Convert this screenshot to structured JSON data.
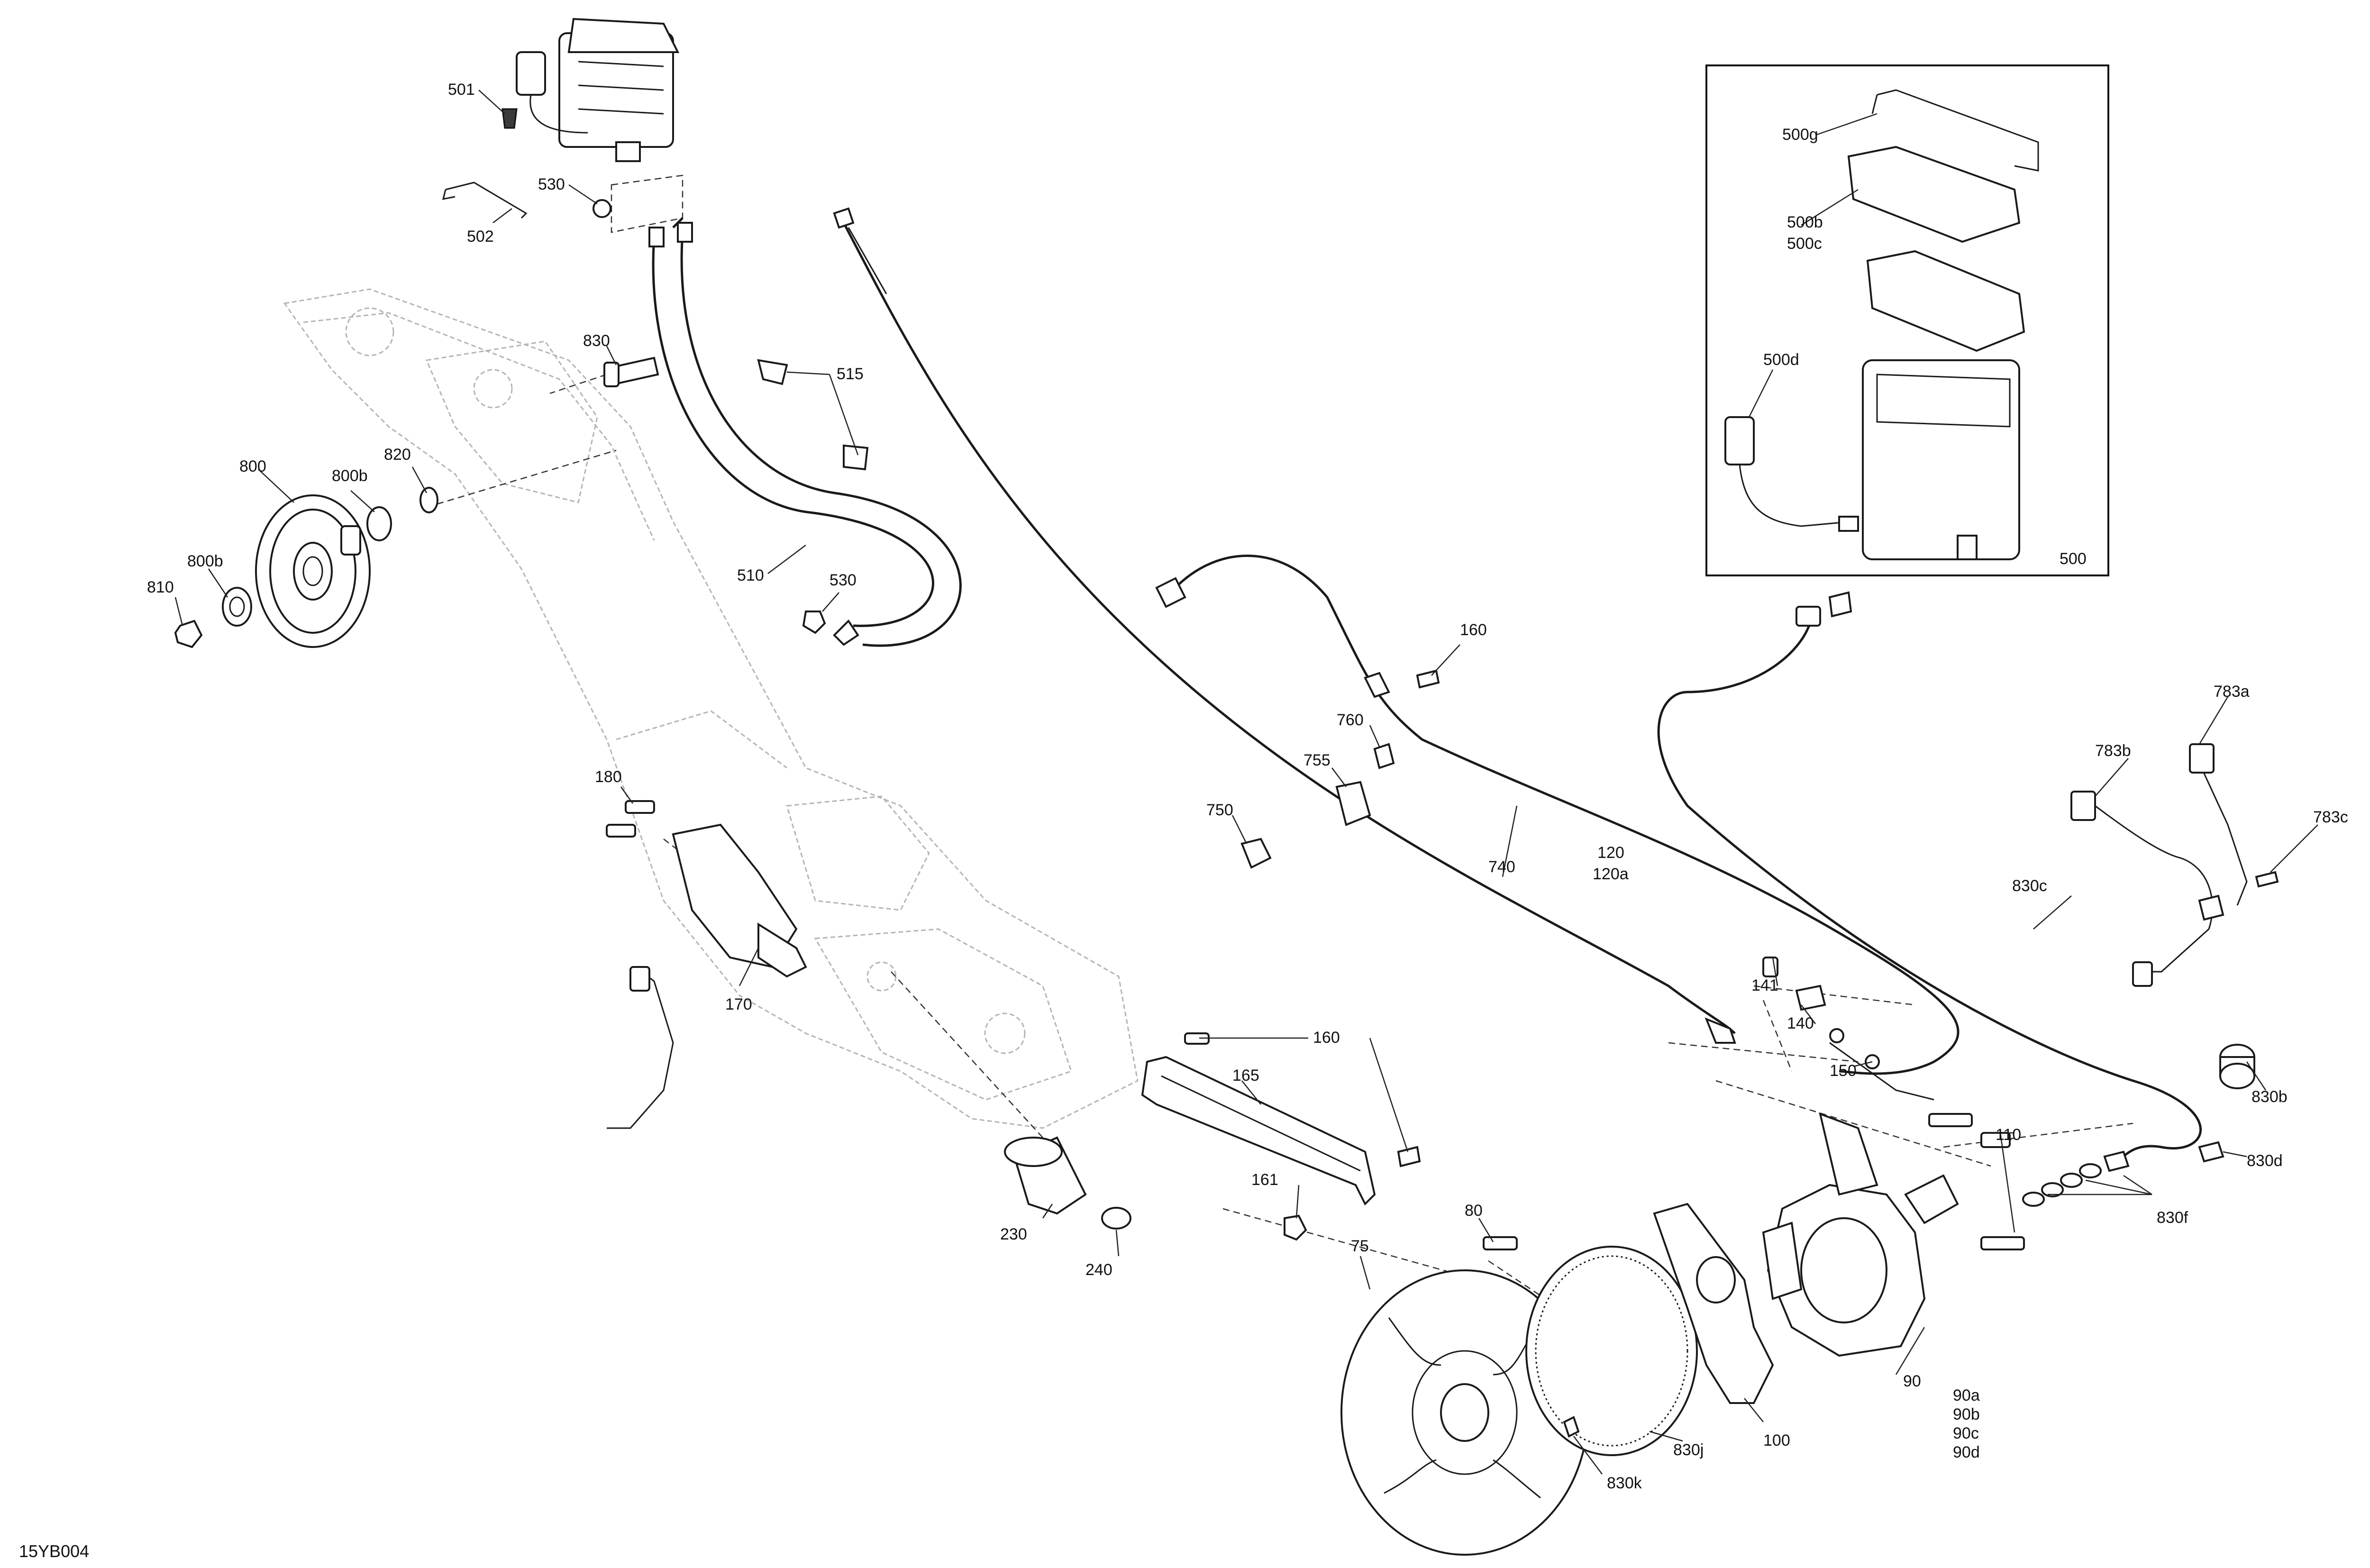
{
  "drawing_code": "15YB004",
  "inset": {
    "number": "500"
  },
  "callouts": {
    "c_501": "501",
    "c_502": "502",
    "c_530_top": "530",
    "c_830": "830",
    "c_515": "515",
    "c_820": "820",
    "c_800": "800",
    "c_800b_top": "800b",
    "c_800b_left": "800b",
    "c_810": "810",
    "c_510": "510",
    "c_530_mid": "530",
    "c_500g": "500g",
    "c_500b": "500b",
    "c_500c": "500c",
    "c_500d": "500d",
    "c_160_top": "160",
    "c_760": "760",
    "c_755": "755",
    "c_750": "750",
    "c_740": "740",
    "c_120": "120",
    "c_120a": "120a",
    "c_783a": "783a",
    "c_783b": "783b",
    "c_783c": "783c",
    "c_830c": "830c",
    "c_180": "180",
    "c_170": "170",
    "c_141": "141",
    "c_140": "140",
    "c_150": "150",
    "c_830b": "830b",
    "c_160_mid": "160",
    "c_165": "165",
    "c_110": "110",
    "c_830d": "830d",
    "c_161": "161",
    "c_830f": "830f",
    "c_230": "230",
    "c_240": "240",
    "c_80": "80",
    "c_75": "75",
    "c_90": "90",
    "c_90a": "90a",
    "c_90b": "90b",
    "c_90c": "90c",
    "c_90d": "90d",
    "c_100": "100",
    "c_830j": "830j",
    "c_830k": "830k"
  }
}
